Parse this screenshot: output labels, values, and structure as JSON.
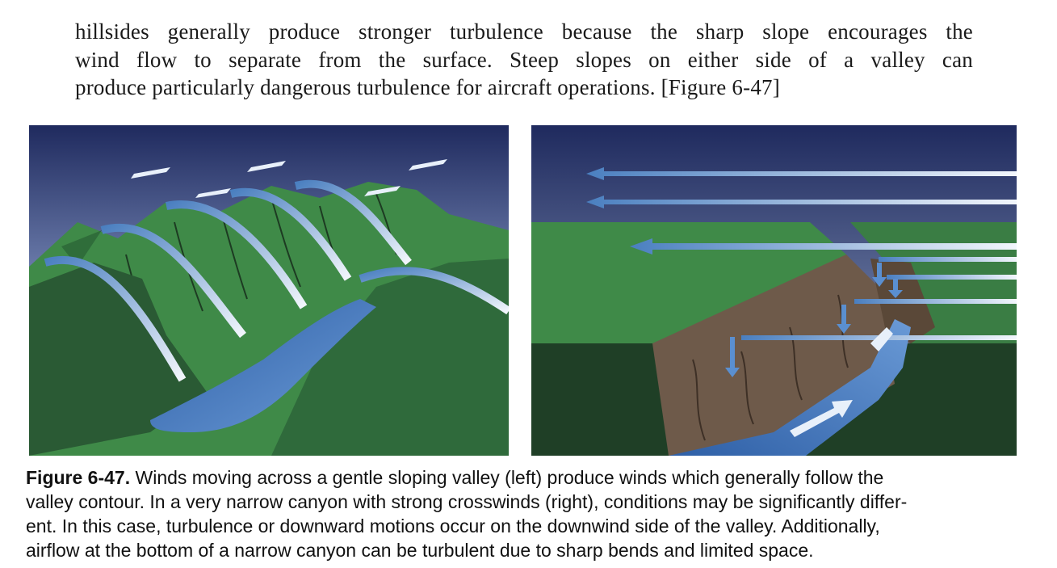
{
  "paragraph": {
    "lines": [
      "hillsides generally produce stronger turbulence because the sharp slope encourages the",
      "wind flow to separate from the surface. Steep slopes on either side of a valley can",
      "produce particularly dangerous turbulence for aircraft operations. [Figure 6-47]"
    ]
  },
  "figure": {
    "label": "Figure 6-47.",
    "caption_lines": [
      " Winds moving across a gentle sloping valley (left) produce winds which generally follow the",
      "valley contour. In a very narrow canyon with strong crosswinds (right), conditions may be significantly differ-",
      "ent. In this case, turbulence or downward motions occur on the downwind side of the valley. Additionally,",
      "airflow at the bottom of a narrow canyon can be turbulent due to sharp bends and limited space."
    ]
  },
  "colors": {
    "sky_top": "#1f2a5e",
    "sky_bottom": "#c5d3e6",
    "hill_light": "#3f8a48",
    "hill_dark": "#2a5a34",
    "water": "#3f73b8",
    "cliff": "#6e5a4a",
    "arrow_light": "#e8f0fa"
  }
}
